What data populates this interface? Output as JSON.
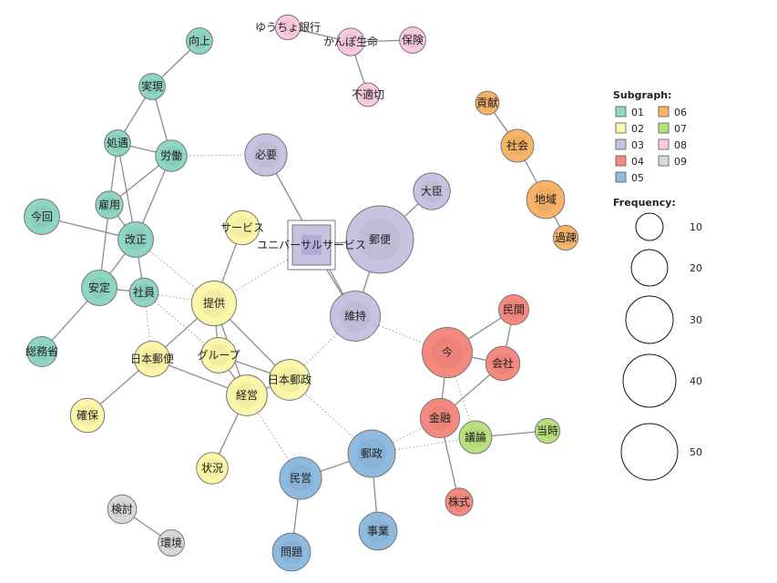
{
  "colors": {
    "01": "#8fd5c3",
    "02": "#fcf7a8",
    "03": "#c6c3e0",
    "04": "#f5897d",
    "05": "#8ebadf",
    "06": "#f8b366",
    "07": "#b9e07c",
    "08": "#f9cae0",
    "09": "#d9d9d9"
  },
  "nodes": [
    {
      "id": "kojo",
      "label": "向上",
      "group": "01",
      "freq": 8
    },
    {
      "id": "jitsugen",
      "label": "実現",
      "group": "01",
      "freq": 8
    },
    {
      "id": "shogu",
      "label": "処遇",
      "group": "01",
      "freq": 8
    },
    {
      "id": "rodo",
      "label": "労働",
      "group": "01",
      "freq": 12
    },
    {
      "id": "koyo",
      "label": "雇用",
      "group": "01",
      "freq": 9
    },
    {
      "id": "konkai",
      "label": "今回",
      "group": "01",
      "freq": 15
    },
    {
      "id": "kaisei",
      "label": "改正",
      "group": "01",
      "freq": 15
    },
    {
      "id": "antei",
      "label": "安定",
      "group": "01",
      "freq": 15
    },
    {
      "id": "shain",
      "label": "社員",
      "group": "01",
      "freq": 10
    },
    {
      "id": "somusho",
      "label": "総務省",
      "group": "01",
      "freq": 11
    },
    {
      "id": "service",
      "label": "サービス",
      "group": "02",
      "freq": 14
    },
    {
      "id": "teikyo",
      "label": "提供",
      "group": "02",
      "freq": 22
    },
    {
      "id": "nihonyubin",
      "label": "日本郵便",
      "group": "02",
      "freq": 15
    },
    {
      "id": "group",
      "label": "グループ",
      "group": "02",
      "freq": 15
    },
    {
      "id": "nihonyusei",
      "label": "日本郵政",
      "group": "02",
      "freq": 19
    },
    {
      "id": "keiei",
      "label": "経営",
      "group": "02",
      "freq": 19
    },
    {
      "id": "kakuho",
      "label": "確保",
      "group": "02",
      "freq": 14
    },
    {
      "id": "jokyo",
      "label": "状況",
      "group": "02",
      "freq": 12
    },
    {
      "id": "hitsuyo",
      "label": "必要",
      "group": "03",
      "freq": 20
    },
    {
      "id": "daijin",
      "label": "大臣",
      "group": "03",
      "freq": 16
    },
    {
      "id": "yubin",
      "label": "郵便",
      "group": "03",
      "freq": 39
    },
    {
      "id": "universal",
      "label": "ユニバーサルサービス",
      "group": "03",
      "freq": 0
    },
    {
      "id": "iji",
      "label": "維持",
      "group": "03",
      "freq": 26
    },
    {
      "id": "minkan",
      "label": "民間",
      "group": "04",
      "freq": 11
    },
    {
      "id": "ima",
      "label": "今",
      "group": "04",
      "freq": 26
    },
    {
      "id": "kaisha",
      "label": "会社",
      "group": "04",
      "freq": 14
    },
    {
      "id": "kinyu",
      "label": "金融",
      "group": "04",
      "freq": 18
    },
    {
      "id": "kabushiki",
      "label": "株式",
      "group": "04",
      "freq": 9
    },
    {
      "id": "giron",
      "label": "議論",
      "group": "07",
      "freq": 13
    },
    {
      "id": "toji",
      "label": "当時",
      "group": "07",
      "freq": 7
    },
    {
      "id": "yusei",
      "label": "郵政",
      "group": "05",
      "freq": 24
    },
    {
      "id": "mineii",
      "label": "民営",
      "group": "05",
      "freq": 20
    },
    {
      "id": "jigyo",
      "label": "事業",
      "group": "05",
      "freq": 17
    },
    {
      "id": "mondai",
      "label": "問題",
      "group": "05",
      "freq": 17
    },
    {
      "id": "kouken",
      "label": "貢献",
      "group": "06",
      "freq": 6
    },
    {
      "id": "shakai",
      "label": "社会",
      "group": "06",
      "freq": 13
    },
    {
      "id": "chiiki",
      "label": "地域",
      "group": "06",
      "freq": 17
    },
    {
      "id": "kaso",
      "label": "過疎",
      "group": "06",
      "freq": 7
    },
    {
      "id": "yucho",
      "label": "ゆうちょ銀行",
      "group": "08",
      "freq": 7
    },
    {
      "id": "kanpo",
      "label": "かんぽ生命",
      "group": "08",
      "freq": 9
    },
    {
      "id": "hoken",
      "label": "保険",
      "group": "08",
      "freq": 8
    },
    {
      "id": "futekisetsu",
      "label": "不適切",
      "group": "08",
      "freq": 6
    },
    {
      "id": "kento",
      "label": "検討",
      "group": "09",
      "freq": 10
    },
    {
      "id": "kankyo",
      "label": "環境",
      "group": "09",
      "freq": 8
    }
  ],
  "edges": [
    {
      "s": "kojo",
      "t": "jitsugen",
      "style": "solid"
    },
    {
      "s": "jitsugen",
      "t": "shogu",
      "style": "solid"
    },
    {
      "s": "jitsugen",
      "t": "rodo",
      "style": "solid"
    },
    {
      "s": "shogu",
      "t": "rodo",
      "style": "solid"
    },
    {
      "s": "shogu",
      "t": "koyo",
      "style": "solid"
    },
    {
      "s": "shogu",
      "t": "kaisei",
      "style": "solid"
    },
    {
      "s": "rodo",
      "t": "koyo",
      "style": "solid"
    },
    {
      "s": "rodo",
      "t": "kaisei",
      "style": "solid"
    },
    {
      "s": "koyo",
      "t": "kaisei",
      "style": "solid"
    },
    {
      "s": "koyo",
      "t": "antei",
      "style": "solid"
    },
    {
      "s": "konkai",
      "t": "kaisei",
      "style": "solid"
    },
    {
      "s": "kaisei",
      "t": "antei",
      "style": "solid"
    },
    {
      "s": "kaisei",
      "t": "shain",
      "style": "solid"
    },
    {
      "s": "antei",
      "t": "shain",
      "style": "solid"
    },
    {
      "s": "antei",
      "t": "somusho",
      "style": "solid"
    },
    {
      "s": "rodo",
      "t": "hitsuyo",
      "style": "dotted"
    },
    {
      "s": "kaisei",
      "t": "teikyo",
      "style": "dotted"
    },
    {
      "s": "shain",
      "t": "teikyo",
      "style": "dotted"
    },
    {
      "s": "shain",
      "t": "nihonyubin",
      "style": "dotted"
    },
    {
      "s": "shain",
      "t": "group",
      "style": "dotted"
    },
    {
      "s": "service",
      "t": "teikyo",
      "style": "solid"
    },
    {
      "s": "teikyo",
      "t": "group",
      "style": "solid"
    },
    {
      "s": "teikyo",
      "t": "nihonyusei",
      "style": "solid"
    },
    {
      "s": "teikyo",
      "t": "keiei",
      "style": "solid"
    },
    {
      "s": "teikyo",
      "t": "nihonyubin",
      "style": "solid"
    },
    {
      "s": "nihonyubin",
      "t": "keiei",
      "style": "solid"
    },
    {
      "s": "nihonyubin",
      "t": "kakuho",
      "style": "solid"
    },
    {
      "s": "group",
      "t": "keiei",
      "style": "solid"
    },
    {
      "s": "group",
      "t": "nihonyusei",
      "style": "solid"
    },
    {
      "s": "keiei",
      "t": "nihonyusei",
      "style": "solid"
    },
    {
      "s": "keiei",
      "t": "jokyo",
      "style": "solid"
    },
    {
      "s": "teikyo",
      "t": "universal",
      "style": "dotted"
    },
    {
      "s": "hitsuyo",
      "t": "iji",
      "style": "solid"
    },
    {
      "s": "universal",
      "t": "yubin",
      "style": "solid"
    },
    {
      "s": "universal",
      "t": "iji",
      "style": "solid"
    },
    {
      "s": "yubin",
      "t": "daijin",
      "style": "solid"
    },
    {
      "s": "yubin",
      "t": "iji",
      "style": "solid"
    },
    {
      "s": "iji",
      "t": "nihonyusei",
      "style": "dotted"
    },
    {
      "s": "iji",
      "t": "ima",
      "style": "dotted"
    },
    {
      "s": "ima",
      "t": "minkan",
      "style": "solid"
    },
    {
      "s": "ima",
      "t": "kaisha",
      "style": "solid"
    },
    {
      "s": "minkan",
      "t": "kaisha",
      "style": "solid"
    },
    {
      "s": "ima",
      "t": "kinyu",
      "style": "solid"
    },
    {
      "s": "kaisha",
      "t": "kinyu",
      "style": "solid"
    },
    {
      "s": "kinyu",
      "t": "kabushiki",
      "style": "solid"
    },
    {
      "s": "ima",
      "t": "giron",
      "style": "dotted"
    },
    {
      "s": "kinyu",
      "t": "yusei",
      "style": "dotted"
    },
    {
      "s": "giron",
      "t": "toji",
      "style": "solid"
    },
    {
      "s": "giron",
      "t": "yusei",
      "style": "dotted"
    },
    {
      "s": "yusei",
      "t": "mineii",
      "style": "solid"
    },
    {
      "s": "yusei",
      "t": "jigyo",
      "style": "solid"
    },
    {
      "s": "mineii",
      "t": "mondai",
      "style": "solid"
    },
    {
      "s": "nihonyusei",
      "t": "yusei",
      "style": "dotted"
    },
    {
      "s": "keiei",
      "t": "mineii",
      "style": "dotted"
    },
    {
      "s": "kouken",
      "t": "shakai",
      "style": "solid"
    },
    {
      "s": "shakai",
      "t": "chiiki",
      "style": "solid"
    },
    {
      "s": "chiiki",
      "t": "kaso",
      "style": "solid"
    },
    {
      "s": "yucho",
      "t": "kanpo",
      "style": "solid"
    },
    {
      "s": "kanpo",
      "t": "hoken",
      "style": "solid"
    },
    {
      "s": "kanpo",
      "t": "futekisetsu",
      "style": "solid"
    },
    {
      "s": "kento",
      "t": "kankyo",
      "style": "solid"
    }
  ],
  "legend": {
    "subgraph_title": "Subgraph:",
    "subgraph_items": [
      {
        "label": "01",
        "color": "#8fd5c3"
      },
      {
        "label": "02",
        "color": "#fcf7a8"
      },
      {
        "label": "03",
        "color": "#c6c3e0"
      },
      {
        "label": "04",
        "color": "#f5897d"
      },
      {
        "label": "05",
        "color": "#8ebadf"
      },
      {
        "label": "06",
        "color": "#f8b366"
      },
      {
        "label": "07",
        "color": "#b9e07c"
      },
      {
        "label": "08",
        "color": "#f9cae0"
      },
      {
        "label": "09",
        "color": "#d9d9d9"
      }
    ],
    "frequency_title": "Frequency:",
    "frequency_items": [
      "10",
      "20",
      "30",
      "40",
      "50"
    ]
  }
}
